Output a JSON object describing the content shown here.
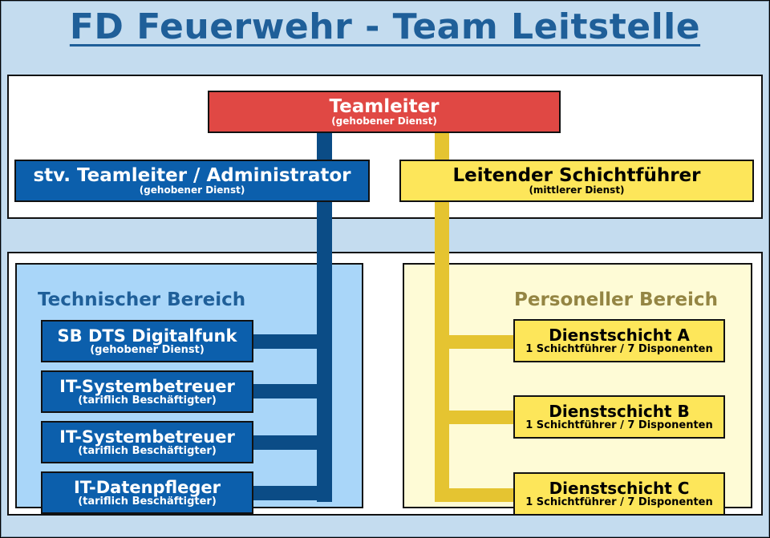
{
  "title": "FD Feuerwehr - Team Leitstelle",
  "colors": {
    "background": "#c4dcef",
    "title": "#1f5f99",
    "lead_box": "#e04844",
    "blue_box": "#0c5fac",
    "yellow_box": "#fde65a",
    "blue_line": "#0b4c86",
    "yellow_line": "#e5c431",
    "technical_area": "#a9d6f9",
    "personnel_area": "#fefbd6",
    "technical_heading": "#1f5f99",
    "personnel_heading": "#948543"
  },
  "leadership": {
    "teamleiter": {
      "name": "Teamleiter",
      "role": "(gehobener Dienst)"
    },
    "deputy": {
      "name": "stv. Teamleiter / Administrator",
      "role": "(gehobener Dienst)"
    },
    "shift_lead": {
      "name": "Leitender Schichtführer",
      "role": "(mittlerer Dienst)"
    }
  },
  "technical": {
    "heading": "Technischer Bereich",
    "items": [
      {
        "name": "SB DTS Digitalfunk",
        "role": "(gehobener Dienst)"
      },
      {
        "name": "IT-Systembetreuer",
        "role": "(tariflich Beschäftigter)"
      },
      {
        "name": "IT-Systembetreuer",
        "role": "(tariflich Beschäftigter)"
      },
      {
        "name": "IT-Datenpfleger",
        "role": "(tariflich Beschäftigter)"
      }
    ]
  },
  "personnel": {
    "heading": "Personeller Bereich",
    "items": [
      {
        "name": "Dienstschicht A",
        "role": "1 Schichtführer / 7 Disponenten"
      },
      {
        "name": "Dienstschicht B",
        "role": "1 Schichtführer / 7 Disponenten"
      },
      {
        "name": "Dienstschicht C",
        "role": "1 Schichtführer / 7 Disponenten"
      }
    ]
  }
}
